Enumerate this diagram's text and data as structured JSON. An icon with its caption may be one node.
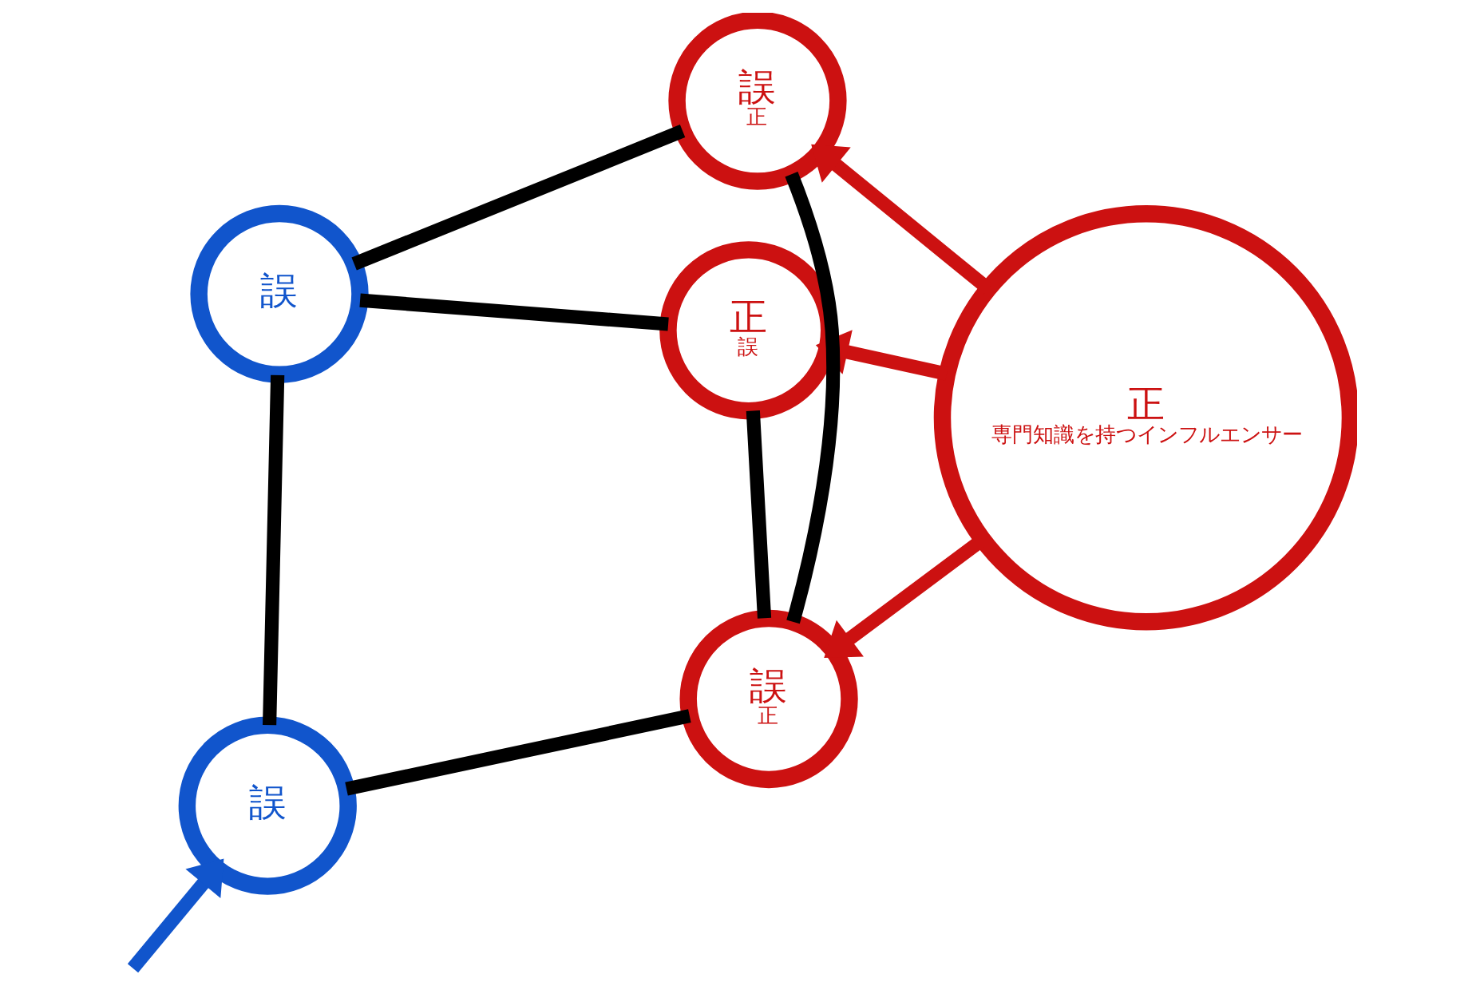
{
  "diagram": {
    "nodes": [
      {
        "text": [
          "誤"
        ]
      },
      {
        "text": [
          "正",
          "誤"
        ]
      },
      {
        "text": [
          "正",
          "専門知識を持つインフルエンサー"
        ]
      },
      {
        "text": [
          "誤",
          "正"
        ]
      },
      {
        "text": [
          "誤"
        ]
      },
      {
        "text": [
          "誤",
          "正"
        ]
      }
    ],
    "edges": [
      {
        "from": 0,
        "to": 1,
        "arrow": "none"
      },
      {
        "from": 0,
        "to": 3,
        "arrow": "none"
      },
      {
        "from": 0,
        "to": 4,
        "arrow": "none"
      },
      {
        "from": 1,
        "to": 5,
        "arrow": "none"
      },
      {
        "from": 4,
        "to": 5,
        "arrow": "none"
      },
      {
        "from": 3,
        "to": 5,
        "arrow": "none"
      },
      {
        "from": 2,
        "to": 1,
        "arrow": "to",
        "color": "#cc1111"
      },
      {
        "from": 2,
        "to": 3,
        "arrow": "to",
        "color": "#cc1111"
      },
      {
        "from": 2,
        "to": 5,
        "arrow": "to",
        "color": "#cc1111"
      },
      {
        "from": null,
        "to": 4,
        "arrow": "to",
        "color": "#1155cc"
      }
    ]
  }
}
